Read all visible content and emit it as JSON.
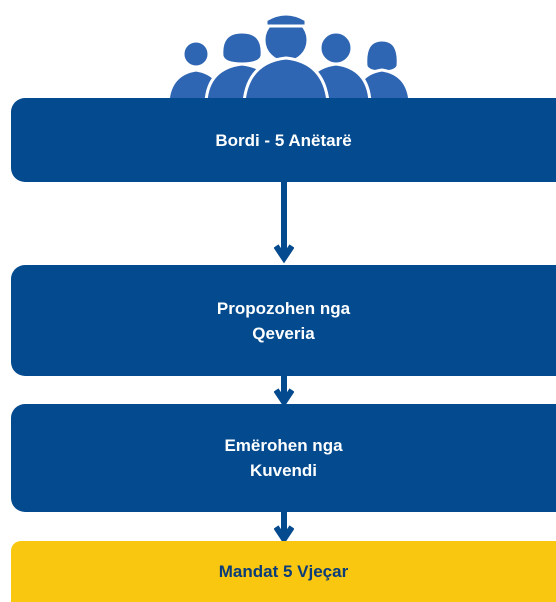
{
  "diagram": {
    "nodes": [
      {
        "id": "board",
        "lines": [
          "Bordi - 5 Anëtarë"
        ]
      },
      {
        "id": "propose",
        "lines": [
          "Propozohen nga",
          "Qeveria"
        ]
      },
      {
        "id": "appoint",
        "lines": [
          "Emërohen nga",
          "Kuvendi"
        ]
      },
      {
        "id": "mandate",
        "lines": [
          "Mandat 5 Vjeçar"
        ]
      }
    ],
    "edges": [
      {
        "from": "board",
        "to": "propose"
      },
      {
        "from": "propose",
        "to": "appoint"
      },
      {
        "from": "appoint",
        "to": "mandate"
      }
    ],
    "icons": [
      "people-group-icon"
    ],
    "colors": {
      "primary": "#034a8f",
      "accent": "#f9c70f",
      "accent_text": "#0b3d7a",
      "icon": "#2f66b3"
    }
  }
}
